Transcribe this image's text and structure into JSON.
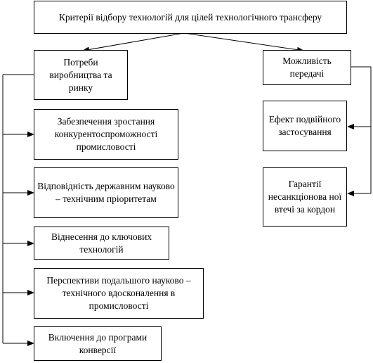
{
  "top": "Критерії відбору технологій для цілей технологічного трансферу",
  "left_head": "Потреби виробництва та ринку",
  "right_head": "Можливість передачі",
  "left_items": [
    "Забезпечення зростання конкурентоспроможності промисловості",
    "Відповідність державним науково – технічним пріоритетам",
    "Віднесення до ключових технологій",
    "Перспективи подальшого науково – технічного вдосконалення в промисловості",
    "Включення до програми конверсії"
  ],
  "right_items": [
    "Ефект подвійного застосування",
    "Гарантії несанкціонова ної втечі за кордон"
  ],
  "colors": {
    "line": "#000000",
    "background": "#ffffff"
  }
}
